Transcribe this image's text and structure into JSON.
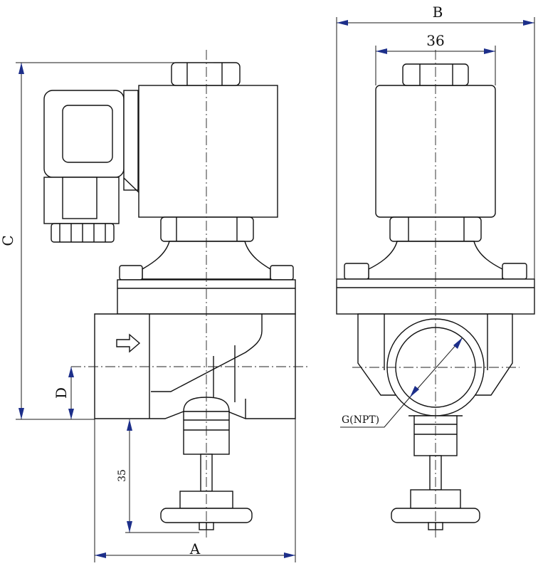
{
  "labels": {
    "A": "A",
    "B": "B",
    "C": "C",
    "D": "D",
    "coil_width": "36",
    "stem_height": "35",
    "port_thread": "G(NPT)"
  },
  "colors": {
    "arrowhead": "#1d2f8a",
    "line": "#111111"
  }
}
